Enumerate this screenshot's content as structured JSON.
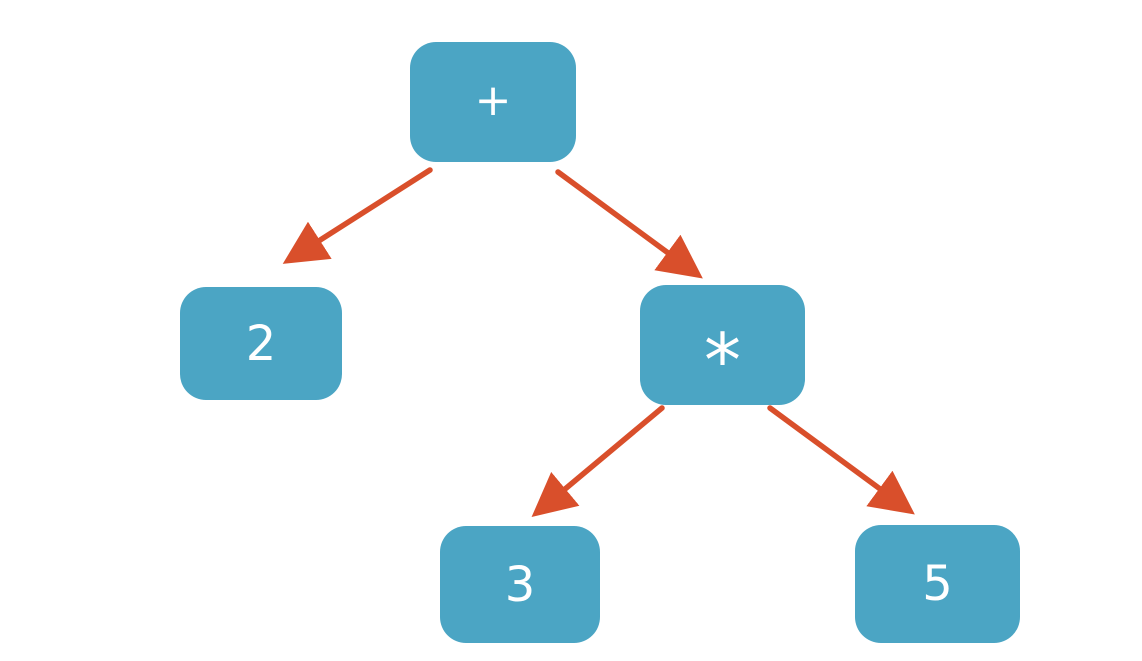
{
  "diagram": {
    "type": "expression-tree",
    "nodes": [
      {
        "id": "plus",
        "label": "+"
      },
      {
        "id": "two",
        "label": "2"
      },
      {
        "id": "star",
        "label": "*"
      },
      {
        "id": "three",
        "label": "3"
      },
      {
        "id": "five",
        "label": "5"
      }
    ],
    "edges": [
      {
        "from": "+",
        "to": "2"
      },
      {
        "from": "+",
        "to": "*"
      },
      {
        "from": "*",
        "to": "3"
      },
      {
        "from": "*",
        "to": "5"
      }
    ],
    "colors": {
      "background": "#ffffff",
      "node_fill": "#4ba5c4",
      "node_text": "#ffffff",
      "arrow": "#d94f2b"
    }
  }
}
